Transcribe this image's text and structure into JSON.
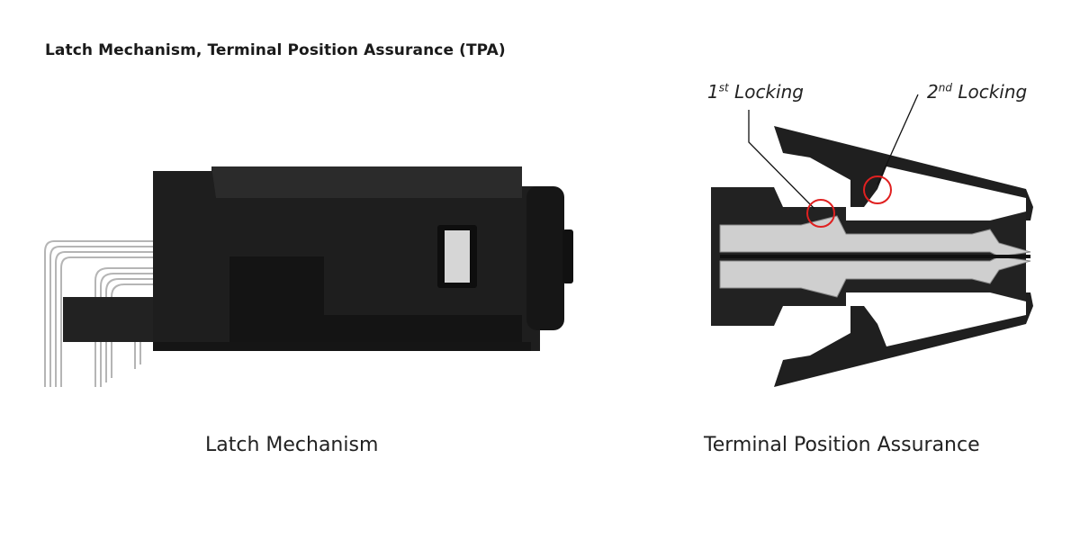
{
  "figure": {
    "title": "Latch Mechanism, Terminal Position Assurance (TPA)",
    "left_panel": {
      "caption": "Latch Mechanism"
    },
    "right_panel": {
      "caption": "Terminal Position Assurance",
      "callouts": [
        {
          "num": "1",
          "sup": "st",
          "label": " Locking"
        },
        {
          "num": "2",
          "sup": "nd",
          "label": " Locking"
        }
      ]
    },
    "colors": {
      "housing": "#1c1c1c",
      "terminal": "#c8c8c8",
      "highlight": "#e02020"
    }
  }
}
